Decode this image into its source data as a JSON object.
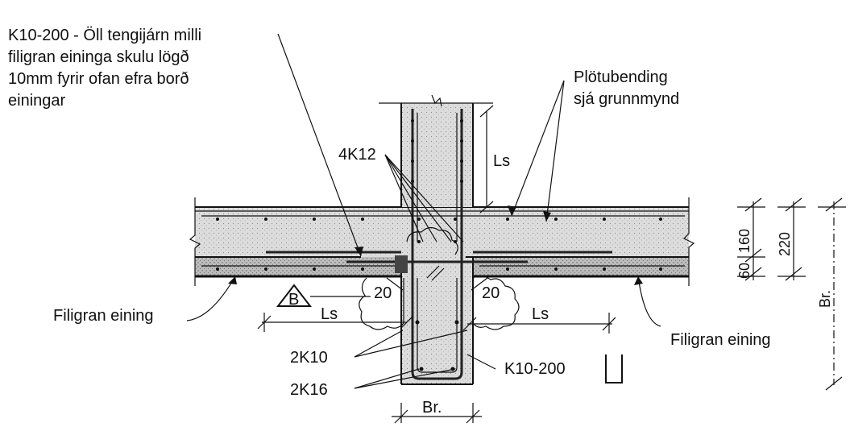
{
  "labels": {
    "note_line1": "K10-200 - Öll tengijárn milli",
    "note_line2": "filigran eininga skulu lögð",
    "note_line3": "10mm fyrir ofan efra borð",
    "note_line4": "einingar",
    "plate_bend_line1": "Plötubending",
    "plate_bend_line2": "sjá grunnmynd",
    "bars_4k12": "4K12",
    "ls_column": "Ls",
    "ls_left": "Ls",
    "ls_right": "Ls",
    "section_marker": "B",
    "cover_left": "20",
    "cover_right": "20",
    "filigran_left": "Filigran eining",
    "filigran_right": "Filigran eining",
    "bars_2k10": "2K10",
    "bars_2k16": "2K16",
    "stirrup_k10_200": "K10-200",
    "width_bottom": "Br.",
    "width_right": "Br."
  },
  "dimensions": {
    "d60": "60",
    "d160": "160",
    "d220": "220"
  },
  "colors": {
    "concrete": "#d9d9d9",
    "filigran": "#b8b8b8",
    "ink": "#111111"
  }
}
